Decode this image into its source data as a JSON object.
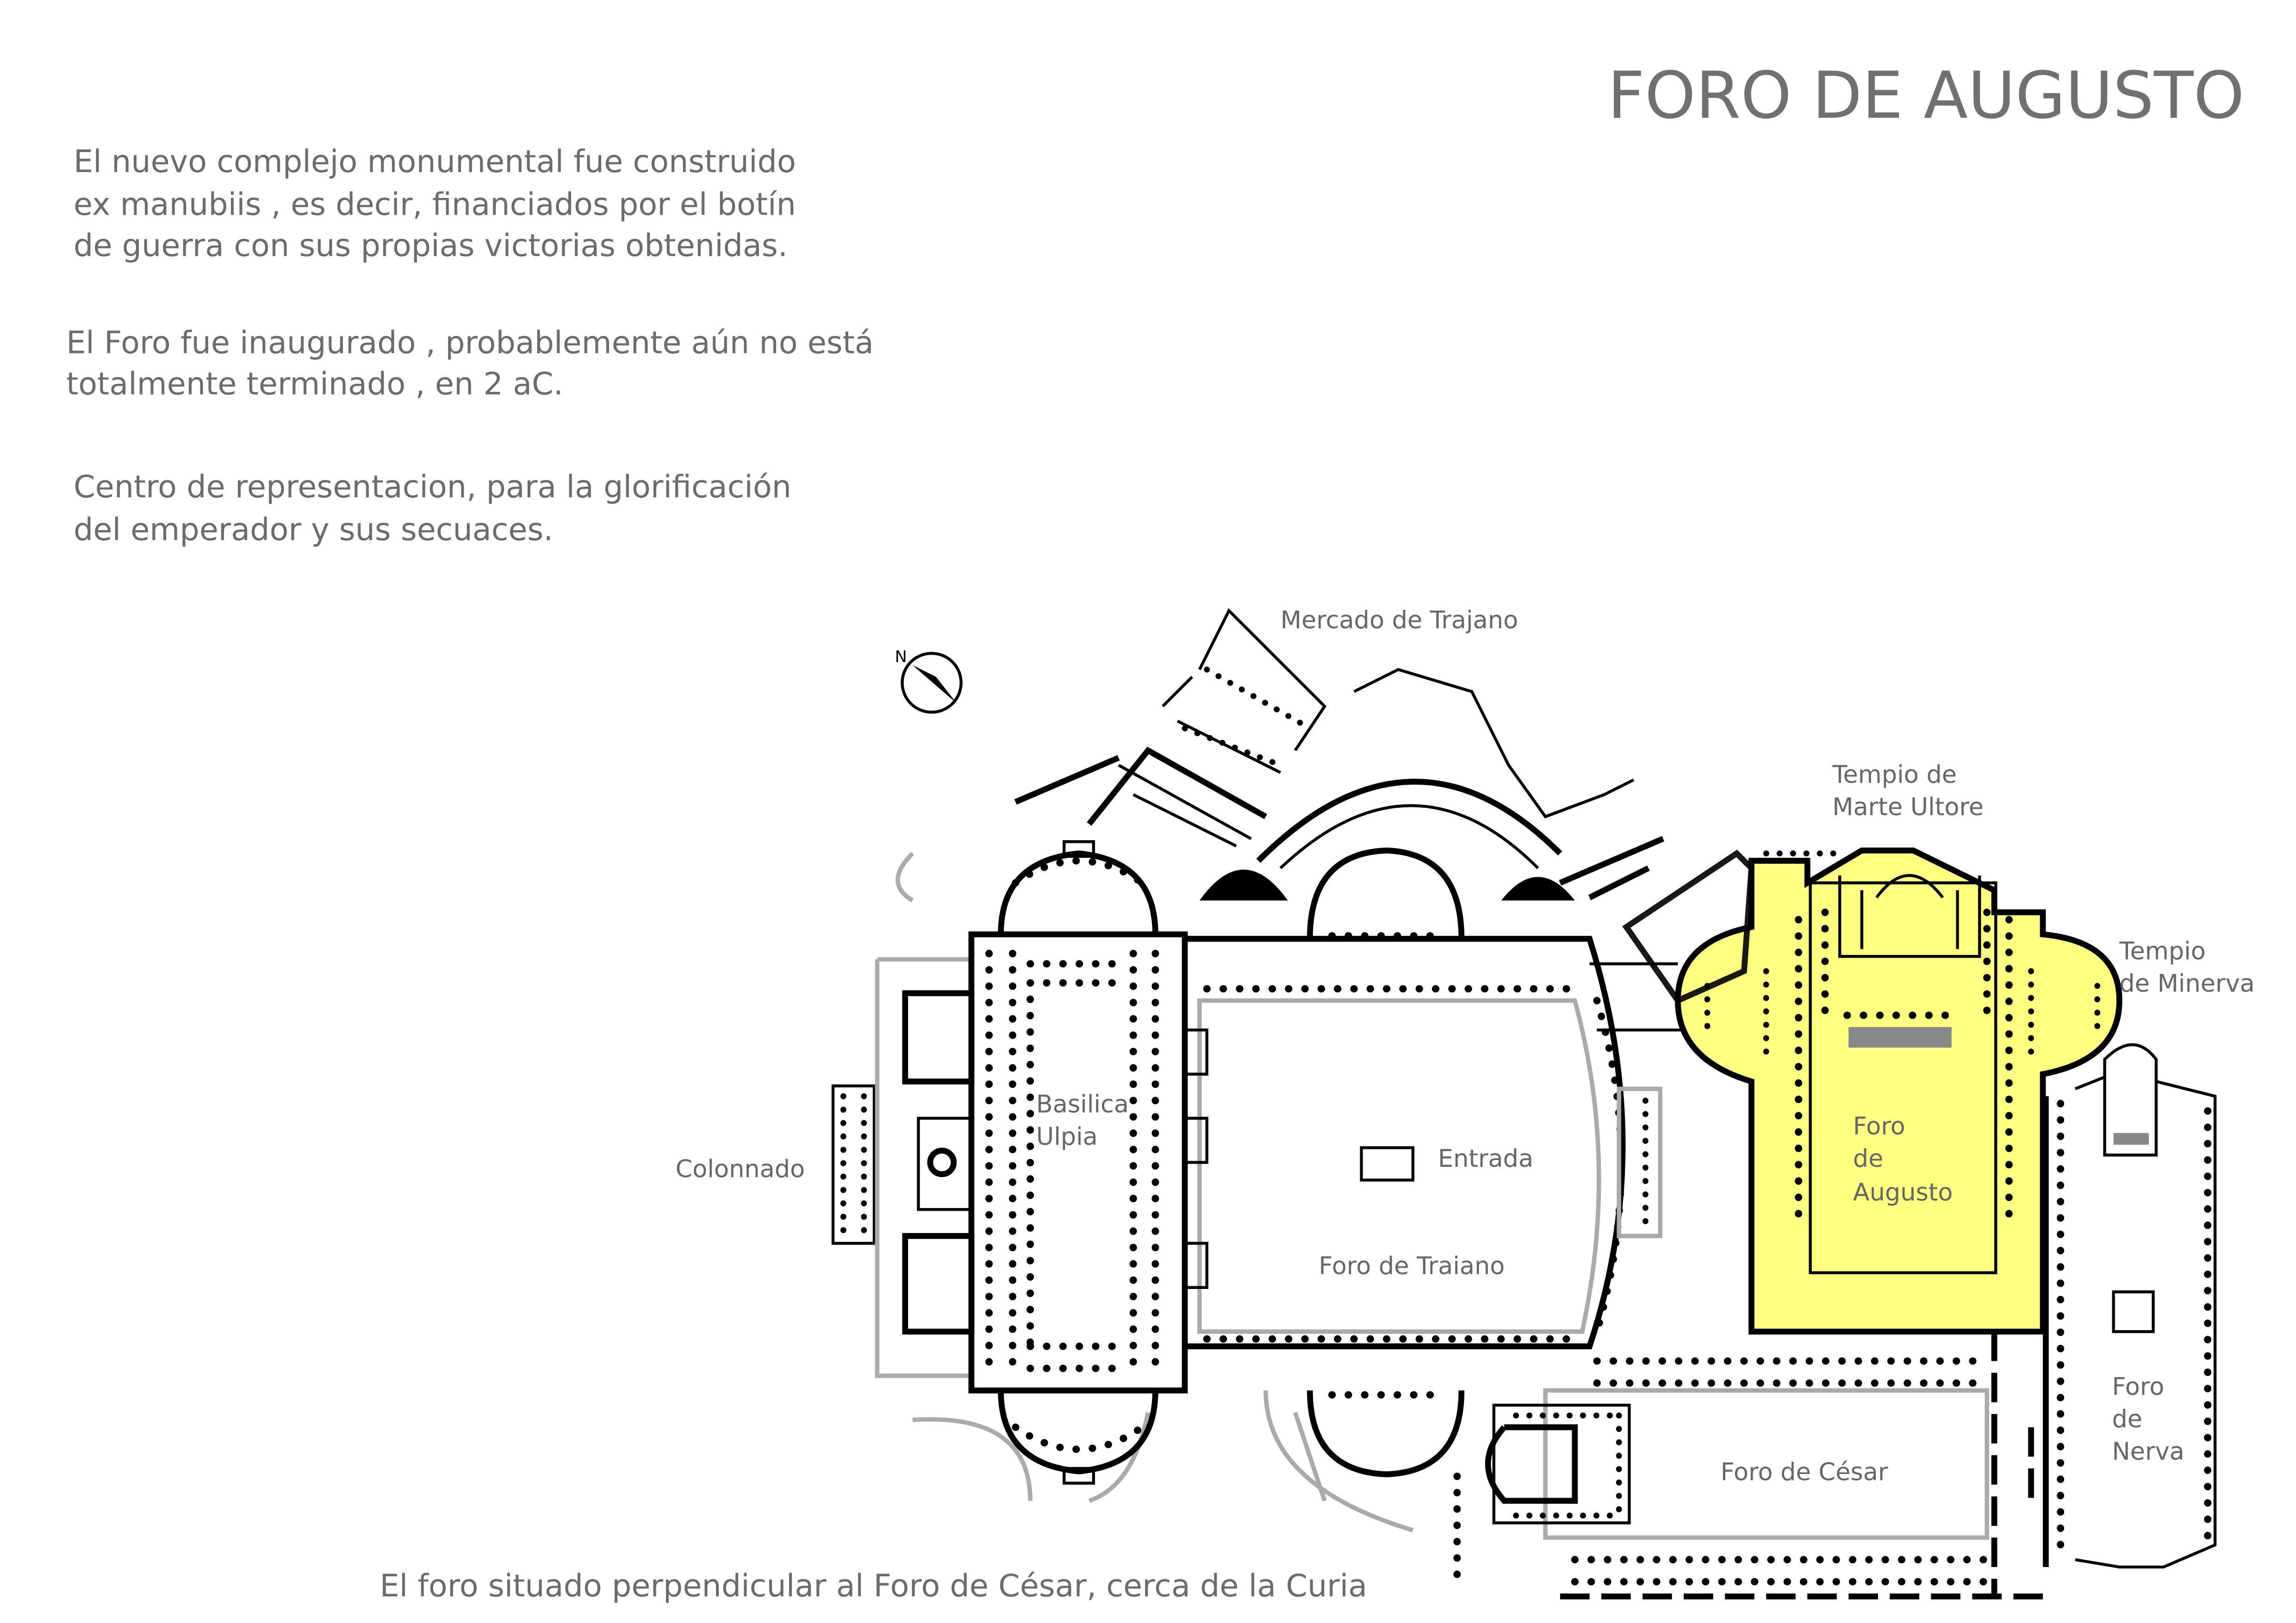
{
  "title": "FORO DE AUGUSTO",
  "paragraphs": [
    [
      "El nuevo complejo monumental fue construido",
      "ex manubiis , es decir, financiados por el botín",
      "de guerra con sus propias victorias obtenidas."
    ],
    [
      "El Foro fue inaugurado , probablemente aún no está",
      "totalmente terminado , en 2 aC."
    ],
    [
      "Centro de representacion, para la glorificación",
      "del emperador y sus secuaces."
    ]
  ],
  "map": {
    "labels": {
      "mercado": "Mercado de Trajano",
      "marte": [
        "Tempio de",
        "Marte Ultore"
      ],
      "minerva": [
        "Tempio",
        "de Minerva"
      ],
      "colonnado": "Colonnado",
      "basilica": [
        "Basilica",
        "Ulpia"
      ],
      "entrada": "Entrada",
      "traiano": "Foro de Traiano",
      "augusto": [
        "Foro",
        "de",
        "Augusto"
      ],
      "cesar": "Foro de César",
      "nerva": [
        "Foro",
        "de",
        "Nerva"
      ]
    },
    "highlight_color": "#ffff80",
    "caption": "El foro situado perpendicular al Foro de César, cerca de la Curia"
  }
}
